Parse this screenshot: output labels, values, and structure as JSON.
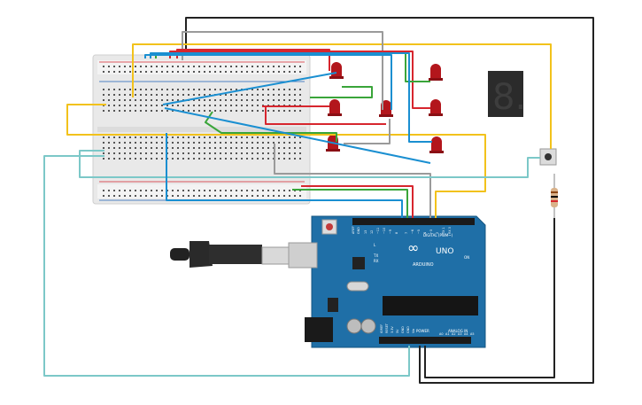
{
  "circuit": {
    "board": {
      "logo_text": "ARDUINO",
      "model_text": "UNO",
      "digital_label": "DIGITAL (PWM~)",
      "power_label": "POWER",
      "analog_label": "ANALOG IN",
      "led_labels": [
        "L",
        "TX",
        "RX"
      ],
      "on_label": "ON",
      "aref_label": "AREF",
      "gnd_label": "GND",
      "digital_pins": [
        "13",
        "12",
        "~11",
        "~10",
        "~9",
        "8",
        "7",
        "~6",
        "~5",
        "4",
        "~3",
        "2",
        "TX 1",
        "RX 0"
      ],
      "power_pins": [
        "IOREF",
        "RESET",
        "3.3V",
        "5V",
        "GND",
        "GND",
        "Vin"
      ],
      "analog_pins": [
        "A0",
        "A1",
        "A2",
        "A3",
        "A4",
        "A5"
      ]
    },
    "seven_segment_digit": "8.",
    "colors": {
      "board_blue": "#1f6fa7",
      "red_wire": "#d7262e",
      "green_wire": "#3aa53a",
      "blue_wire": "#1a8fd1",
      "yellow_wire": "#f2c21b",
      "gray_wire": "#9a9a9a",
      "black_wire": "#222222",
      "cyan_wire": "#7cc8c8",
      "led_red": "#b3161c"
    }
  }
}
